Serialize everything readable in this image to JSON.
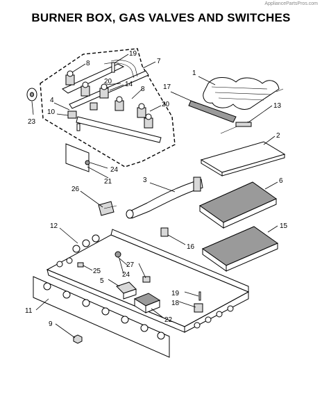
{
  "watermark": "AppliancePartsPros.com",
  "title": "BURNER BOX, GAS VALVES AND SWITCHES",
  "callouts": {
    "c1": "1",
    "c2": "2",
    "c3": "3",
    "c4": "4",
    "c5": "5",
    "c6": "6",
    "c7": "7",
    "c8a": "8",
    "c8b": "8",
    "c9": "9",
    "c10": "10",
    "c11": "11",
    "c12": "12",
    "c13": "13",
    "c14": "14",
    "c15": "15",
    "c16": "16",
    "c17": "17",
    "c18": "18",
    "c19a": "19",
    "c19b": "19",
    "c20a": "20",
    "c20b": "20",
    "c21": "21",
    "c22": "22",
    "c23": "23",
    "c24a": "24",
    "c24b": "24",
    "c25": "25",
    "c26": "26",
    "c27": "27"
  }
}
